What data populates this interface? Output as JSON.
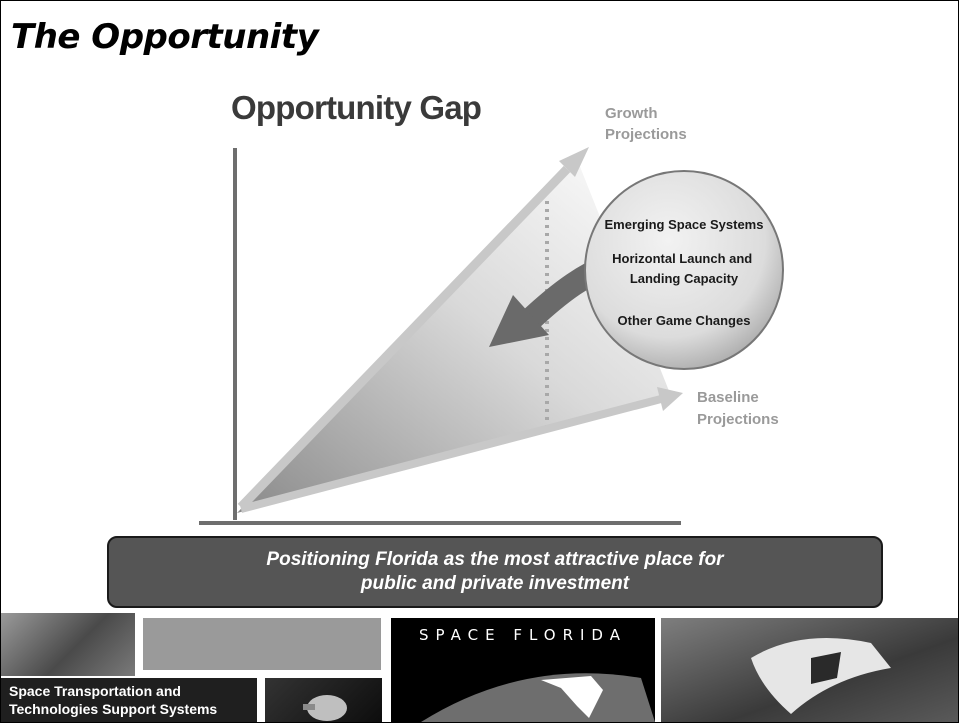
{
  "slide": {
    "title": "The Opportunity"
  },
  "diagram": {
    "heading": "Opportunity Gap",
    "growth_label": [
      "Growth",
      "Projections"
    ],
    "baseline_label": [
      "Baseline",
      "Projections"
    ],
    "circle_items": [
      [
        "Emerging Space Systems"
      ],
      [
        "Horizontal Launch and",
        "Landing Capacity"
      ],
      [
        "Other Game Changes"
      ]
    ]
  },
  "banner": {
    "line1": "Positioning Florida as the most attractive place for",
    "line2": "public and private investment"
  },
  "footer": {
    "tile_label": [
      "Space Transportation and",
      "Technologies Support Systems"
    ],
    "brand": "SPACE FLORIDA"
  }
}
